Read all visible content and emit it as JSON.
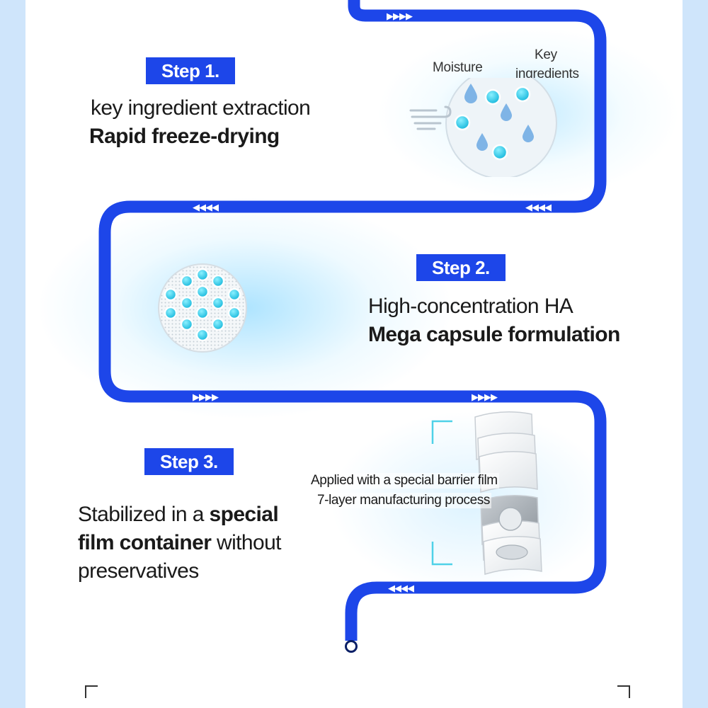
{
  "colors": {
    "route": "#1d46e9",
    "badge": "#1d46e9",
    "accent_cyan": "#2bc6e8",
    "bracket_cyan": "#4fd1e8",
    "drop_blue": "#7fb4e6",
    "side_band": "#cfe5fb"
  },
  "steps": [
    {
      "badge": "Step 1.",
      "line1": "key ingredient extraction",
      "line2": "Rapid freeze-drying",
      "illustration": {
        "label_moisture": "Moisture",
        "label_key_line1": "Key",
        "label_key_line2": "ingredients",
        "icon": "freeze-dry-circle-icon"
      }
    },
    {
      "badge": "Step 2.",
      "line1": "High-concentration HA",
      "line2": "Mega capsule formulation",
      "illustration": {
        "icon": "mega-capsule-icon"
      }
    },
    {
      "badge": "Step 3.",
      "text_a": "Stabilized in a ",
      "text_b": "special",
      "text_c": "film container",
      "text_d": " without",
      "text_e": "preservatives",
      "illustration": {
        "label_line1": "Applied with a special barrier film",
        "label_line2": "7-layer manufacturing process",
        "icon": "layered-film-icon"
      }
    }
  ],
  "route_arrows": {
    "right": "▶▶▶▶",
    "left": "◀◀◀◀"
  }
}
